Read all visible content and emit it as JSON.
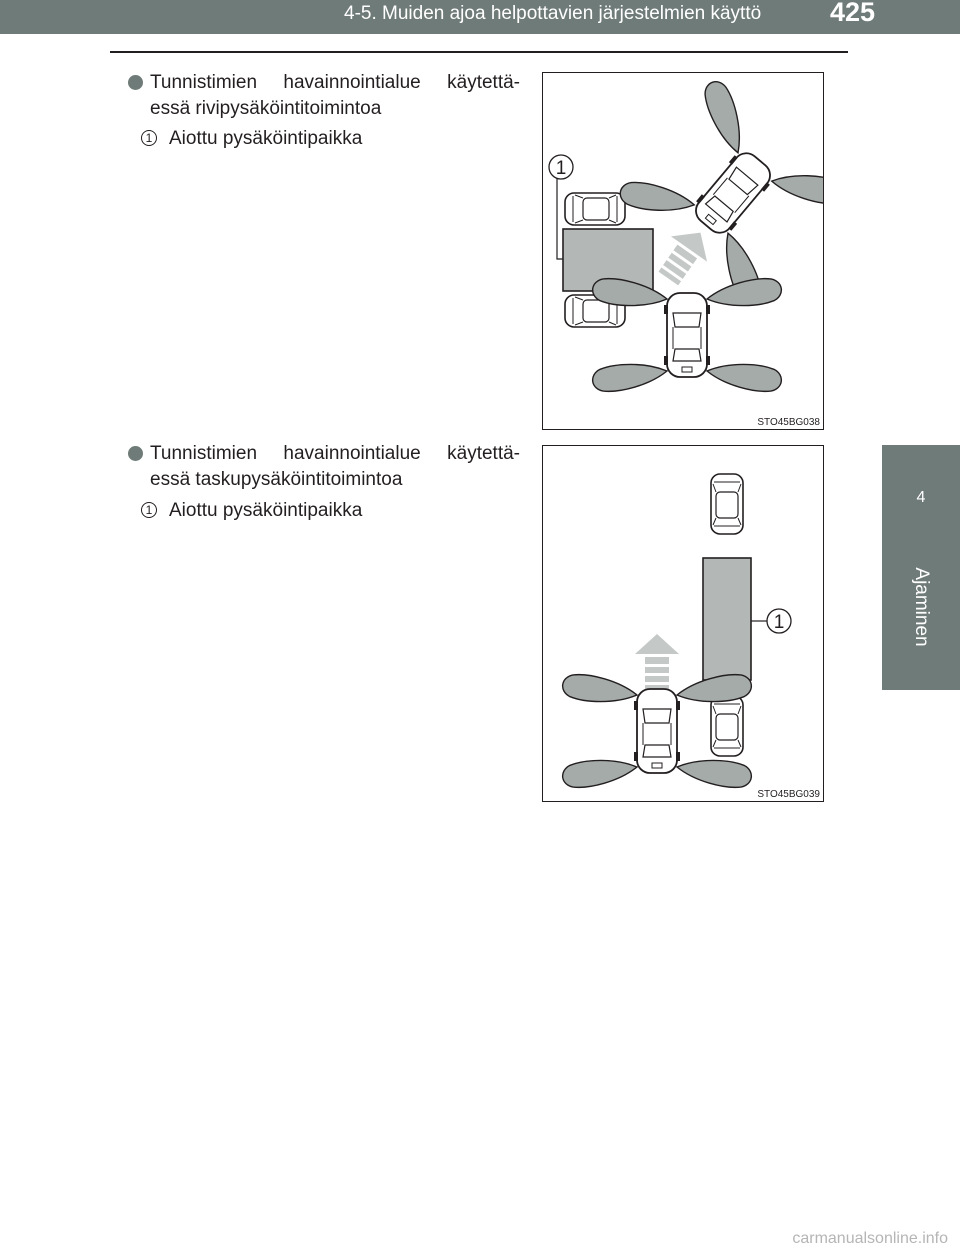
{
  "header": {
    "title": "4-5. Muiden ajoa helpottavien järjestelmien käyttö",
    "page_number": "425"
  },
  "side_tab": {
    "chapter_number": "4",
    "chapter_label": "Ajaminen"
  },
  "sections": [
    {
      "line1": "Tunnistimien havainnointialue käytettä-",
      "line2": "essä rivipysäköintitoimintoa",
      "callout_number": "1",
      "callout_text": "Aiottu pysäköintipaikka",
      "figure_code": "STO45BG038",
      "figure_label": "1"
    },
    {
      "line1": "Tunnistimien havainnointialue käytettä-",
      "line2": "essä taskupysäköintitoimintoa",
      "callout_number": "1",
      "callout_text": "Aiottu pysäköintipaikka",
      "figure_code": "STO45BG039",
      "figure_label": "1"
    }
  ],
  "watermark": "carmanualsonline.info",
  "colors": {
    "header_bg": "#6f7b78",
    "bullet": "#6f7b78",
    "sensor_lobe": "#a5aba9",
    "parking_space": "#b3b8b6",
    "text": "#231f20"
  }
}
